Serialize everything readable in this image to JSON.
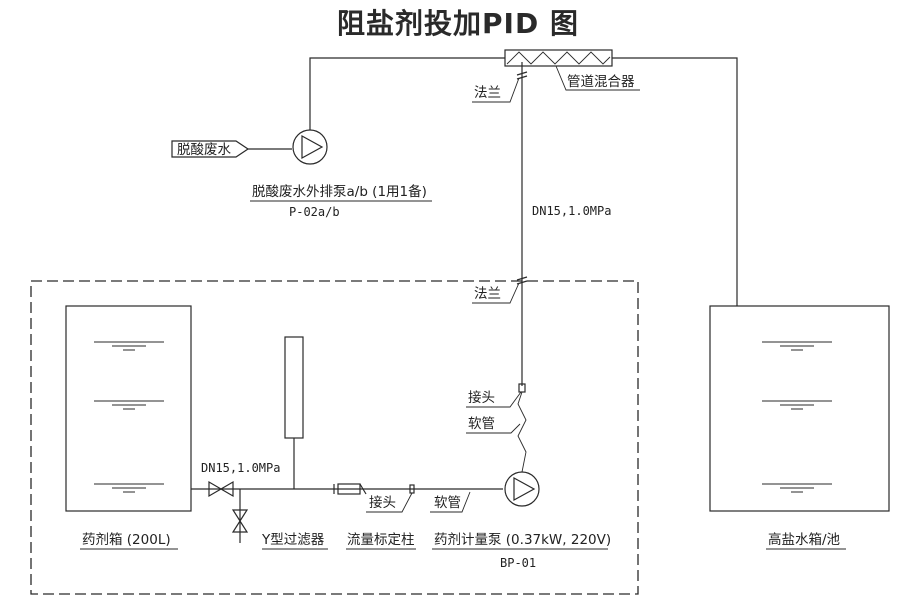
{
  "title": "阻盐剂投加PID 图",
  "labels": {
    "waste_water": "脱酸废水",
    "pump_name": "脱酸废水外排泵a/b (1用1备)",
    "pump_tag": "P-02a/b",
    "mixer": "管道混合器",
    "flange_top": "法兰",
    "flange_mid": "法兰",
    "pipe_spec_main": "DN15,1.0MPa",
    "pipe_spec_suction": "DN15,1.0MPa",
    "joint_upper": "接头",
    "hose_upper": "软管",
    "joint_lower": "接头",
    "hose_lower": "软管",
    "tank_reagent": "药剂箱 (200L)",
    "strainer": "Y型过滤器",
    "flow_column": "流量标定柱",
    "metering_pump": "药剂计量泵 (0.37kW, 220V)",
    "metering_tag": "BP-01",
    "tank_brine": "高盐水箱/池"
  }
}
